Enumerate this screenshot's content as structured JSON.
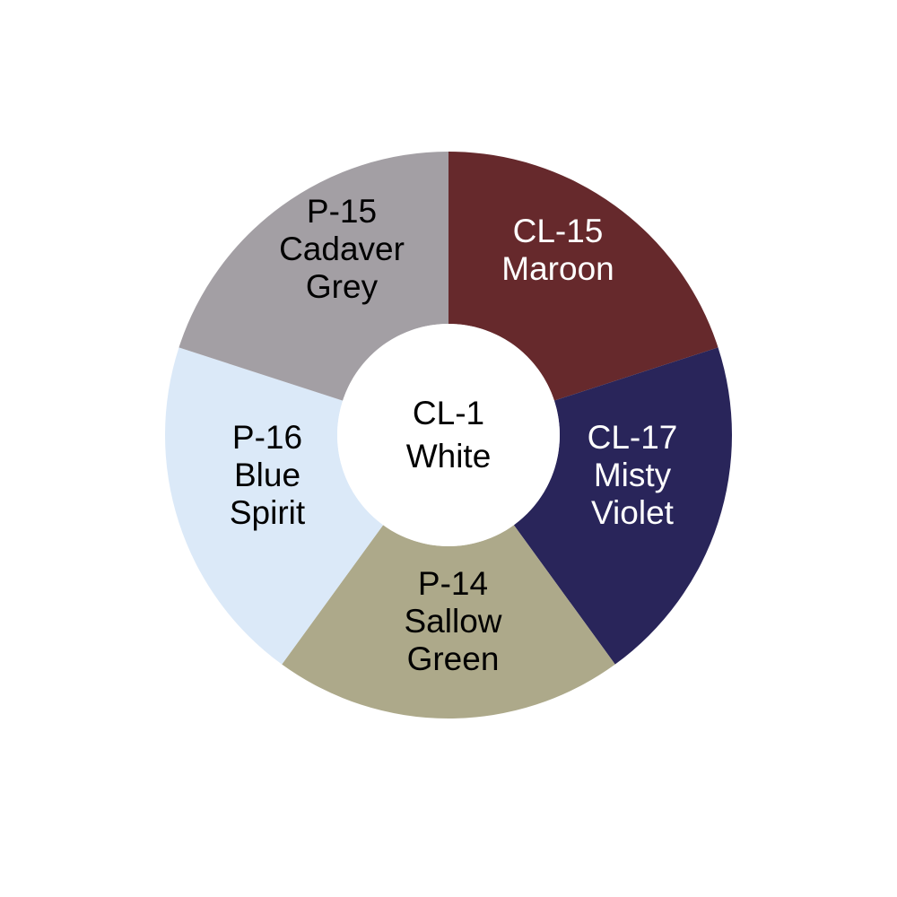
{
  "wheel": {
    "center": {
      "lines": [
        "CL-1",
        "White"
      ],
      "color": "#ffffff",
      "text_color": "#000000"
    },
    "segments": [
      {
        "lines": [
          "CL-15",
          "Maroon"
        ],
        "color": "#66292c",
        "text_color": "#ffffff"
      },
      {
        "lines": [
          "CL-17",
          "Misty",
          "Violet"
        ],
        "color": "#29255a",
        "text_color": "#ffffff"
      },
      {
        "lines": [
          "P-14",
          "Sallow",
          "Green"
        ],
        "color": "#ada98a",
        "text_color": "#000000"
      },
      {
        "lines": [
          "P-16",
          "Blue",
          "Spirit"
        ],
        "color": "#dbe9f8",
        "text_color": "#000000"
      },
      {
        "lines": [
          "P-15",
          "Cadaver",
          "Grey"
        ],
        "color": "#a39fa4",
        "text_color": "#000000"
      }
    ]
  }
}
